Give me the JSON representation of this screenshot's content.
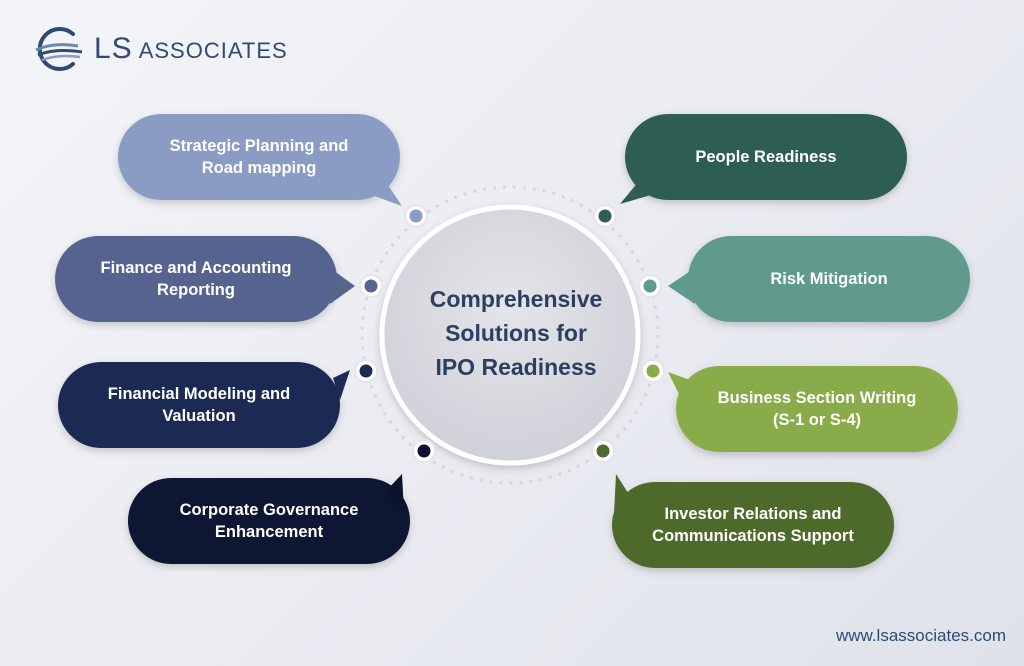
{
  "brand": {
    "ls": "LS",
    "associates": "ASSOCIATES"
  },
  "center": {
    "line1": "Comprehensive",
    "line2": "Solutions for",
    "line3": "IPO Readiness"
  },
  "left_items": [
    {
      "line1": "Strategic Planning and",
      "line2": "Road mapping",
      "color": "#8a9bc4"
    },
    {
      "line1": "Finance and Accounting",
      "line2": "Reporting",
      "color": "#56648e"
    },
    {
      "line1": "Financial Modeling and",
      "line2": "Valuation",
      "color": "#1e2a52"
    },
    {
      "line1": "Corporate Governance",
      "line2": "Enhancement",
      "color": "#0a1230"
    }
  ],
  "right_items": [
    {
      "line1": "People Readiness",
      "line2": "",
      "color": "#2f5d52"
    },
    {
      "line1": "Risk Mitigation",
      "line2": "",
      "color": "#5f9a8c"
    },
    {
      "line1": "Business Section Writing",
      "line2": "(S-1 or S-4)",
      "color": "#8aab4a"
    },
    {
      "line1": "Investor Relations and",
      "line2": "Communications Support",
      "color": "#4e6a2c"
    }
  ],
  "footer": {
    "url": "www.lsassociates.com"
  }
}
